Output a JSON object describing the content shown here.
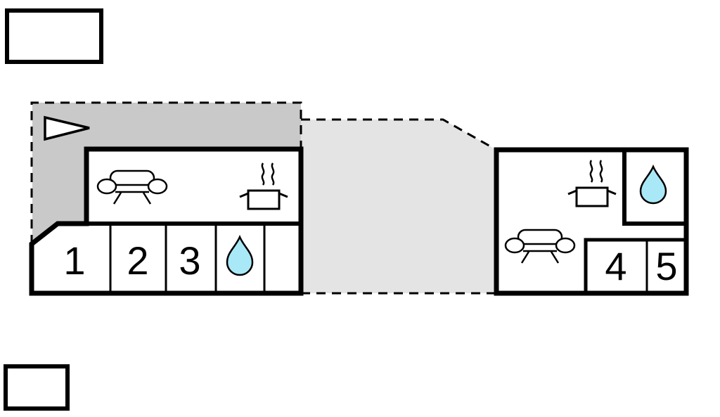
{
  "plan": {
    "rooms": [
      {
        "label": "1"
      },
      {
        "label": "2"
      },
      {
        "label": "3"
      },
      {
        "label": "4"
      },
      {
        "label": "5"
      }
    ],
    "colors": {
      "wall": "#000000",
      "annex_area": "#c9c9c9",
      "terrace_area": "#e4e4e4",
      "water": "#a9e9f7",
      "room": "#ffffff"
    },
    "icons": {
      "north_arrow": "triangle-arrow",
      "sofa": "sofa-top-view",
      "stove": "pot-with-steam",
      "water": "water-drop"
    }
  }
}
